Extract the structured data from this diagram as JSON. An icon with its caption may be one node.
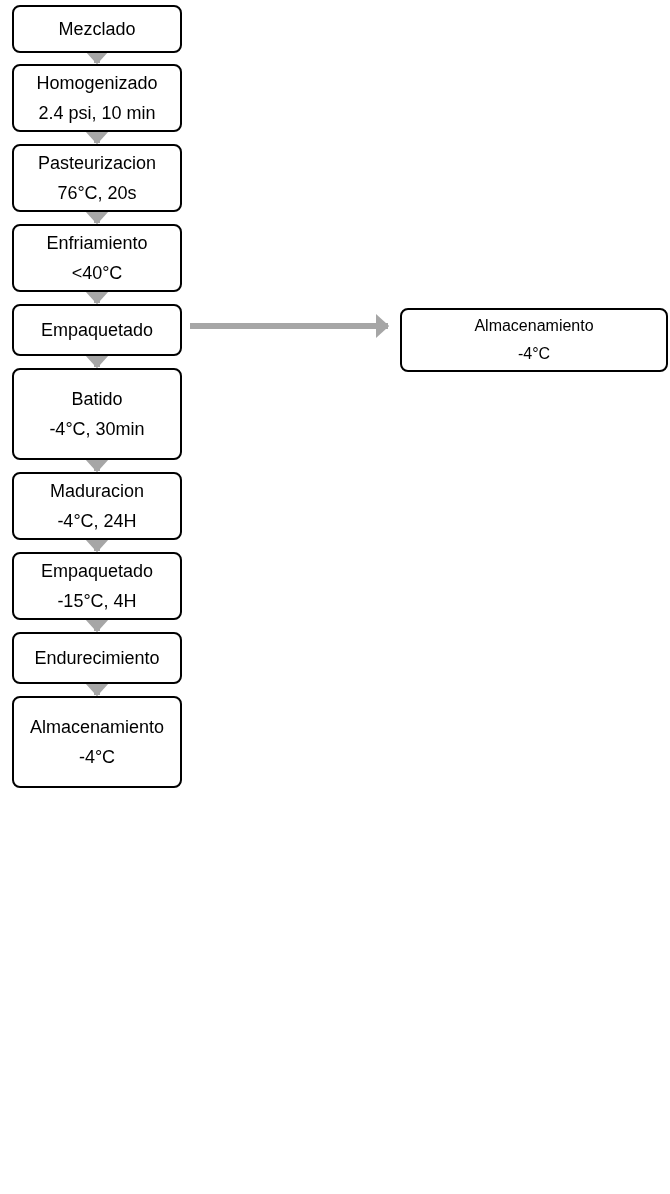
{
  "diagram": {
    "nodes": [
      {
        "text": [
          "Mezclado"
        ]
      },
      {
        "text": [
          "Homogenizado",
          "2.4 psi, 10 min"
        ]
      },
      {
        "text": [
          "Pasteurizacion",
          "76°C, 20s"
        ]
      },
      {
        "text": [
          "Enfriamiento",
          "<40°C"
        ]
      },
      {
        "text": [
          "Empaquetado"
        ]
      },
      {
        "text": [
          "Batido",
          "-4°C, 30min"
        ]
      },
      {
        "text": [
          "Maduracion",
          "-4°C, 24H"
        ]
      },
      {
        "text": [
          "Empaquetado",
          "-15°C, 4H"
        ]
      },
      {
        "text": [
          "Endurecimiento"
        ]
      },
      {
        "text": [
          "Almacenamiento",
          "-4°C"
        ]
      },
      {
        "text": [
          "Almacenamiento",
          "-4°C"
        ]
      }
    ],
    "edges": [
      {
        "from": 0,
        "to": 1,
        "arrow": "to"
      },
      {
        "from": 1,
        "to": 2,
        "arrow": "to"
      },
      {
        "from": 2,
        "to": 3,
        "arrow": "to"
      },
      {
        "from": 3,
        "to": 4,
        "arrow": "to"
      },
      {
        "from": 4,
        "to": 5,
        "arrow": "to"
      },
      {
        "from": 5,
        "to": 6,
        "arrow": "to"
      },
      {
        "from": 6,
        "to": 7,
        "arrow": "to"
      },
      {
        "from": 7,
        "to": 8,
        "arrow": "to"
      },
      {
        "from": 8,
        "to": 9,
        "arrow": "to"
      },
      {
        "from": 4,
        "to": 10,
        "arrow": "to"
      }
    ]
  }
}
